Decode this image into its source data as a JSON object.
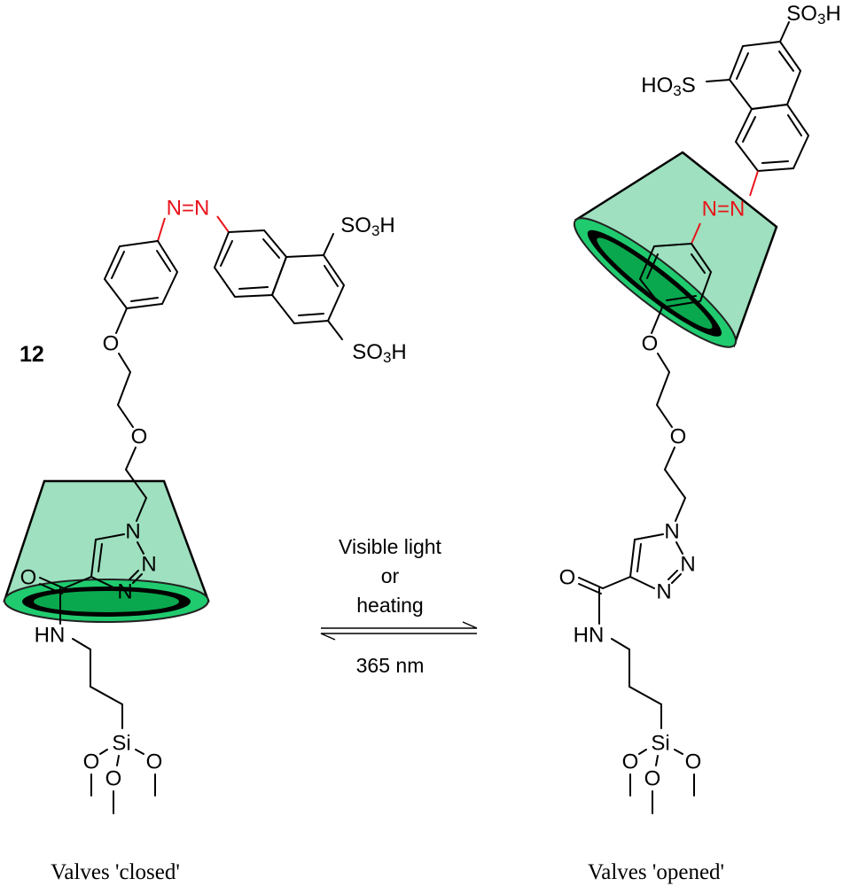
{
  "compound_number": "12",
  "atoms": {
    "O": "O",
    "N": "N",
    "HN": "HN",
    "Si": "Si",
    "azo": "N=N"
  },
  "sulfonic": {
    "pre": "SO",
    "sub": "3",
    "post": "H"
  },
  "sulfonic_rev": {
    "pre": "HO",
    "sub": "3",
    "post": "S"
  },
  "conditions": {
    "forward_line1": "Visible light",
    "forward_line2": "or",
    "forward_line3": "heating",
    "reverse": "365 nm"
  },
  "captions": {
    "left": "Valves 'closed'",
    "right": "Valves 'opened'"
  },
  "colors": {
    "cone_fill": "#9ee0bf",
    "rim": "#1fcb6e",
    "inner": "#0aa84e",
    "azo": "#e8141b"
  }
}
